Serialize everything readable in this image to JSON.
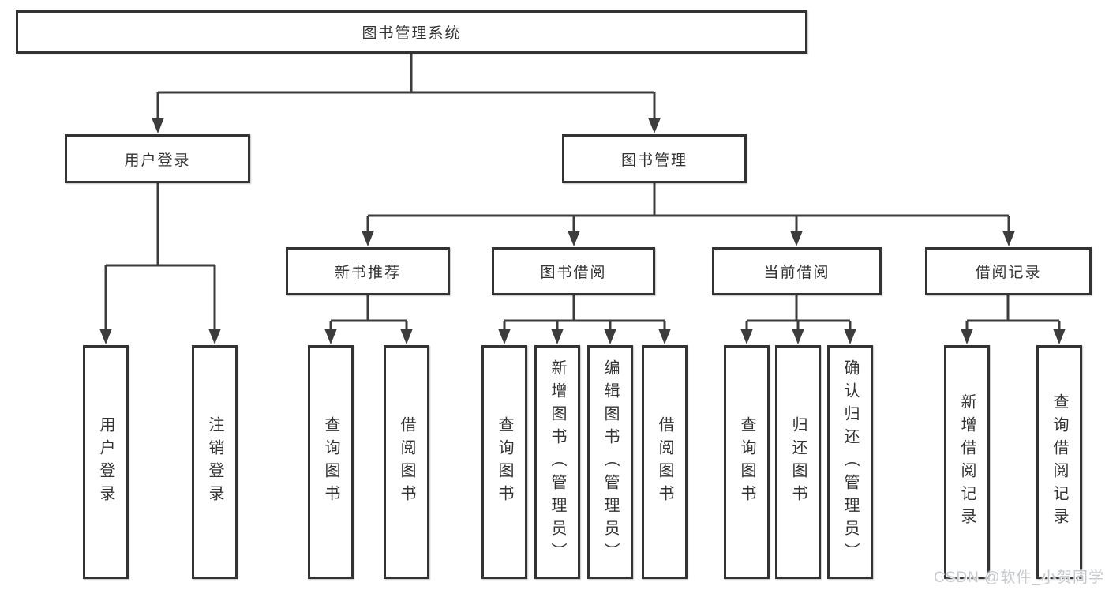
{
  "tree": {
    "label": "图书管理系统",
    "children": [
      {
        "label": "用户登录",
        "children": [
          {
            "label": "用户登录"
          },
          {
            "label": "注销登录"
          }
        ]
      },
      {
        "label": "图书管理",
        "children": [
          {
            "label": "新书推荐",
            "children": [
              {
                "label": "查询图书"
              },
              {
                "label": "借阅图书"
              }
            ]
          },
          {
            "label": "图书借阅",
            "children": [
              {
                "label": "查询图书"
              },
              {
                "label": "新增图书（管理员）"
              },
              {
                "label": "编辑图书（管理员）"
              },
              {
                "label": "借阅图书"
              }
            ]
          },
          {
            "label": "当前借阅",
            "children": [
              {
                "label": "查询图书"
              },
              {
                "label": "归还图书"
              },
              {
                "label": "确认归还（管理员）"
              }
            ]
          },
          {
            "label": "借阅记录",
            "children": [
              {
                "label": "新增借阅记录"
              },
              {
                "label": "查询借阅记录"
              }
            ]
          }
        ]
      }
    ]
  },
  "watermark": {
    "text": "CSDN @软件_小贺同学"
  },
  "colors": {
    "line": "#3c3c3c",
    "border": "#333333",
    "watermark": "#c6cacf"
  }
}
